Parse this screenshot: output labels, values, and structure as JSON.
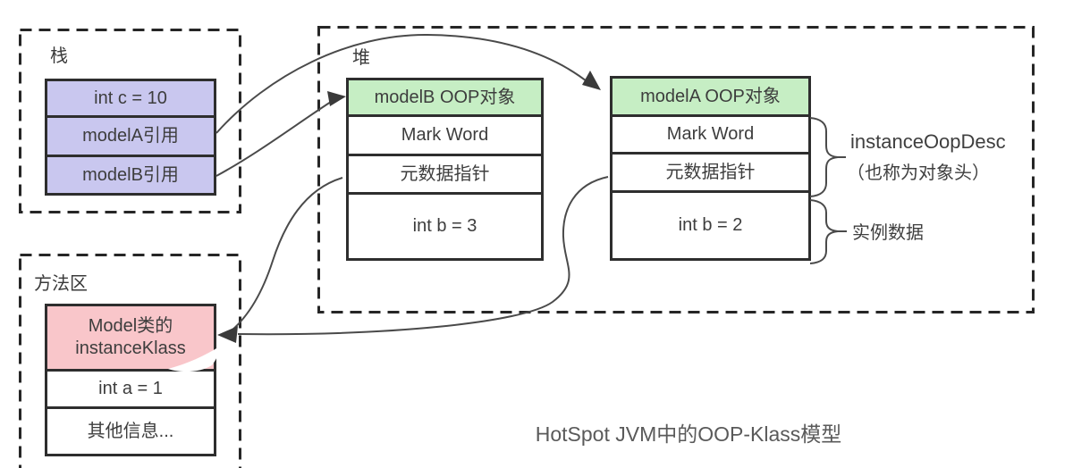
{
  "title": "HotSpot JVM中的OOP-Klass模型",
  "stack": {
    "label": "栈",
    "cells": [
      "int c = 10",
      "modelA引用",
      "modelB引用"
    ]
  },
  "heap": {
    "label": "堆",
    "model_b": {
      "header": "modelB OOP对象",
      "rows": [
        "Mark Word",
        "元数据指针",
        "int b = 3"
      ]
    },
    "model_a": {
      "header": "modelA OOP对象",
      "rows": [
        "Mark Word",
        "元数据指针",
        "int b = 2"
      ]
    }
  },
  "method_area": {
    "label": "方法区",
    "klass_line1": "Model类的",
    "klass_line2": "instanceKlass",
    "cells": [
      "int a = 1",
      "其他信息..."
    ]
  },
  "annotations": {
    "oop_desc_line1": "instanceOopDesc",
    "oop_desc_line2": "（也称为对象头）",
    "instance_data": "实例数据"
  },
  "colors": {
    "stack_cell": "#c9c7ef",
    "heap_header": "#c6eec4",
    "klass_box": "#f9c6ca",
    "border": "#2e2e2e",
    "arrow": "#4a4a4a",
    "text": "#3d3d3d"
  }
}
